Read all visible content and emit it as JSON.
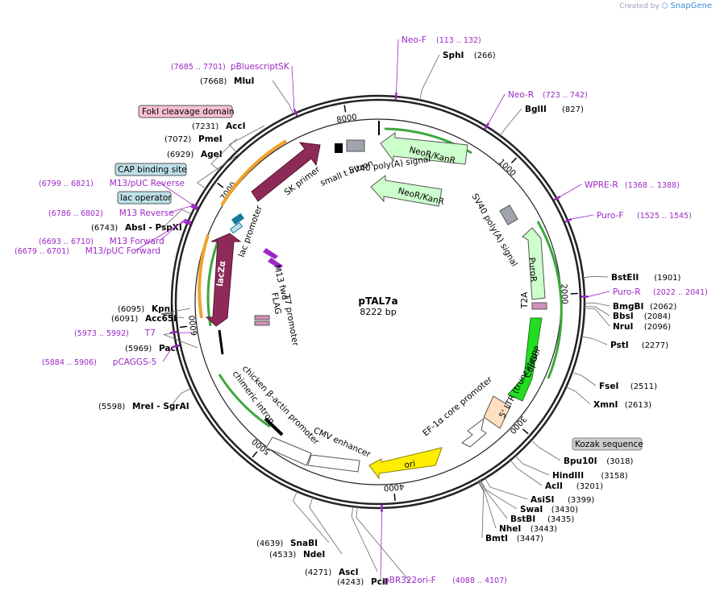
{
  "app": {
    "brand_prefix": "Created by",
    "brand_name": "SnapGene"
  },
  "plasmid": {
    "name": "pTAL7a",
    "size_label": "8222 bp",
    "length": 8222
  },
  "colors": {
    "primer": "#9c27c6",
    "sk_arrow": "#8e2a5a",
    "lacz": "#8e2a5a",
    "neo": "#ccffcc",
    "puro": "#ccffcc",
    "copgfp": "#22dd22",
    "ori": "#ffee00",
    "ef1a": "#ffffff",
    "ltr": "#ffdfbf",
    "polya": "#a0a4ad",
    "fokI_box": "#f7c0d2",
    "cap_box": "#bde0e8",
    "kozak_box": "#cccccc"
  },
  "ticks": [
    "1000",
    "2000",
    "3000",
    "4000",
    "5000",
    "6000",
    "7000",
    "8000"
  ],
  "enzymes": [
    {
      "name": "SphI",
      "pos": "(266)"
    },
    {
      "name": "BglII",
      "pos": "(827)"
    },
    {
      "name": "BstEII",
      "pos": "(1901)"
    },
    {
      "name": "BmgBI",
      "pos": "(2062)"
    },
    {
      "name": "BbsI",
      "pos": "(2084)"
    },
    {
      "name": "NruI",
      "pos": "(2096)"
    },
    {
      "name": "PstI",
      "pos": "(2277)"
    },
    {
      "name": "FseI",
      "pos": "(2511)"
    },
    {
      "name": "XmnI",
      "pos": "(2613)"
    },
    {
      "name": "Bpu10I",
      "pos": "(3018)"
    },
    {
      "name": "HindIII",
      "pos": "(3158)"
    },
    {
      "name": "AclI",
      "pos": "(3201)"
    },
    {
      "name": "AsiSI",
      "pos": "(3399)"
    },
    {
      "name": "SwaI",
      "pos": "(3430)"
    },
    {
      "name": "BstBI",
      "pos": "(3435)"
    },
    {
      "name": "NheI",
      "pos": "(3443)"
    },
    {
      "name": "BmtI",
      "pos": "(3447)"
    },
    {
      "name": "PciI",
      "pos": "(4243)"
    },
    {
      "name": "AscI",
      "pos": "(4271)"
    },
    {
      "name": "NdeI",
      "pos": "(4533)"
    },
    {
      "name": "SnaBI",
      "pos": "(4639)"
    },
    {
      "name": "MreI  - SgrAI",
      "pos": "(5598)"
    },
    {
      "name": "PacI",
      "pos": "(5969)"
    },
    {
      "name": "Acc65I",
      "pos": "(6091)"
    },
    {
      "name": "KpnI",
      "pos": "(6095)"
    },
    {
      "name": "AbsI  - PspXI",
      "pos": "(6743)"
    },
    {
      "name": "AgeI",
      "pos": "(6929)"
    },
    {
      "name": "PmeI",
      "pos": "(7072)"
    },
    {
      "name": "AccI",
      "pos": "(7231)"
    },
    {
      "name": "MluI",
      "pos": "(7668)"
    }
  ],
  "primers": [
    {
      "name": "Neo-F",
      "pos": "(113 .. 132)"
    },
    {
      "name": "Neo-R",
      "pos": "(723 .. 742)"
    },
    {
      "name": "WPRE-R",
      "pos": "(1368 .. 1388)"
    },
    {
      "name": "Puro-F",
      "pos": "(1525 .. 1545)"
    },
    {
      "name": "Puro-R",
      "pos": "(2022 .. 2041)"
    },
    {
      "name": "pBR322ori-F",
      "pos": "(4088 .. 4107)"
    },
    {
      "name": "pCAGGS-5",
      "pos": "(5884 .. 5906)"
    },
    {
      "name": "T7",
      "pos": "(5973 .. 5992)"
    },
    {
      "name": "M13/pUC Forward",
      "pos": "(6679 .. 6701)"
    },
    {
      "name": "M13 Forward",
      "pos": "(6693 .. 6710)"
    },
    {
      "name": "M13 Reverse",
      "pos": "(6786 .. 6802)"
    },
    {
      "name": "M13/pUC Reverse",
      "pos": "(6799 .. 6821)"
    },
    {
      "name": "pBluescriptSK",
      "pos": "(7685 .. 7701)"
    }
  ],
  "boxed_features": [
    {
      "name": "FokI cleavage domain"
    },
    {
      "name": "CAP binding site"
    },
    {
      "name": "lac operator"
    },
    {
      "name": "Kozak sequence"
    }
  ],
  "features": {
    "sk_primer": "SK primer",
    "small_t_intron": "small t intron",
    "sv40_polya_top": "SV40 poly(A) signal",
    "neo_outer": "NeoR/KanR",
    "neo_inner": "NeoR/KanR",
    "sv40_polya_right": "SV40 poly(A) signal",
    "puror": "PuroR",
    "t2a": "T2A",
    "copgfp": "CopGFP",
    "ltr": "5' LTR (truncated)",
    "ef1a": "EF-1α core promoter",
    "ori": "ori",
    "cmv": "CMV enhancer",
    "actin": "chicken β-actin promoter",
    "chimeric": "chimeric intron",
    "lacz": "lacZα",
    "lac_promoter": "lac promoter",
    "m13_fwd": "M13 fwd",
    "flag": "FLAG",
    "t7_promoter": "T7 promoter"
  }
}
